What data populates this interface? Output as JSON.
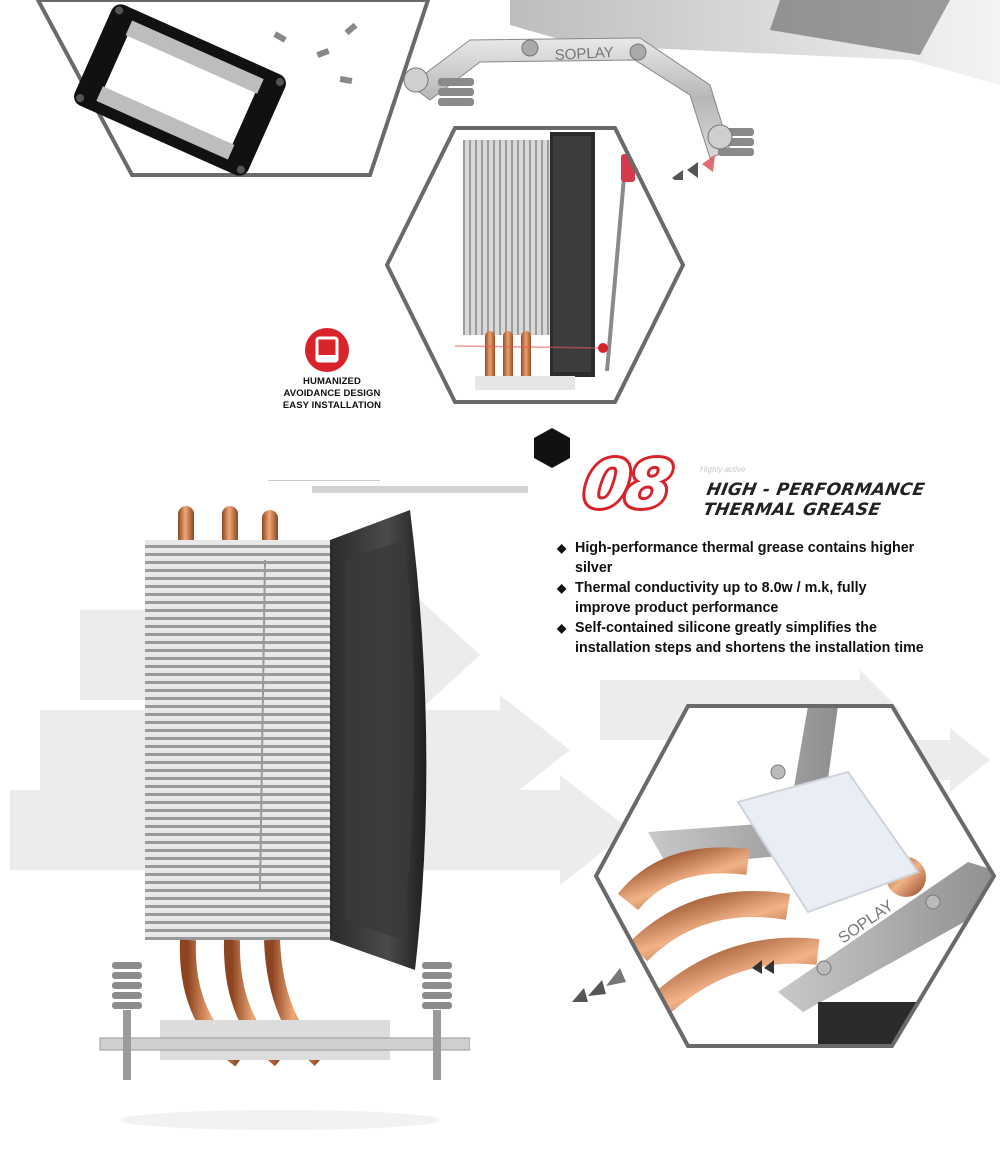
{
  "section": {
    "number": "08",
    "tagline": "Highly active",
    "title_line1": "HIGH - PERFORMANCE",
    "title_line2": "THERMAL GREASE"
  },
  "features": [
    {
      "line1": "High-performance thermal grease contains higher",
      "line2": "silver"
    },
    {
      "line1": "Thermal conductivity up to 8.0w / m.k, fully",
      "line2": "improve product performance"
    },
    {
      "line1": "Self-contained silicone greatly simplifies the",
      "line2": "installation steps and shortens the installation time"
    }
  ],
  "installation_note": {
    "line1": "HUMANIZED",
    "line2": "AVOIDANCE DESIGN",
    "line3": "EASY INSTALLATION",
    "icon": "book-icon"
  },
  "brand_marks": {
    "top_bracket": "SOPLAY",
    "bottom_bracket": "SOPLAY"
  },
  "colors": {
    "accent_red": "#d8232a",
    "copper": "#c8743f",
    "frame_gray": "#666666",
    "text": "#111111"
  }
}
